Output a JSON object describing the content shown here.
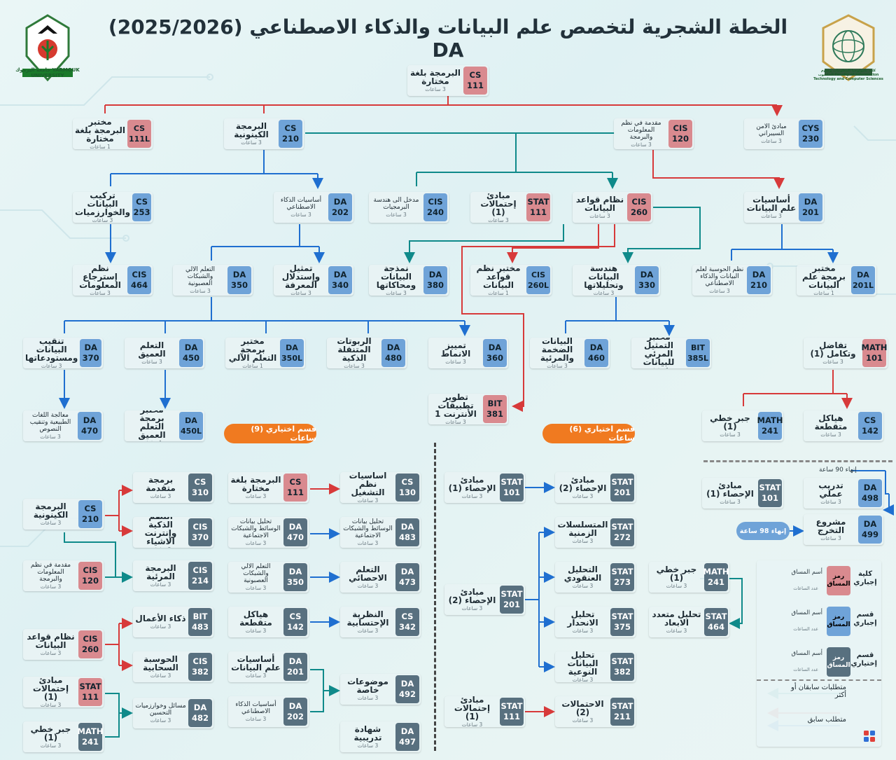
{
  "title": "الخطة الشجرية لتخصص  علم البيانات والذكاء الاصطناعي (2025/2026) DA",
  "logos": {
    "left": {
      "text": "جامعة اليرموك YARMOUK UNIVERSITY"
    },
    "right": {
      "text": "كلية تكنولوجيا المعلومات وعلوم الحاسوب Faculty of Information Technology and Computer Sciences"
    }
  },
  "colors": {
    "college_required": "#d98a8f",
    "dept_required": "#6fa3d8",
    "dept_elective": "#58707f",
    "co_requisite_line": "#0f8a8a",
    "prerequisite_line": "#d73a3a",
    "main_line": "#1f6fd0",
    "elective_pill": "#f07a20"
  },
  "courses": [
    {
      "id": "c1",
      "code": [
        "CS",
        "111"
      ],
      "name": "البرمجة بلغة مختارة",
      "cred": "3 ساعات",
      "type": "red"
    },
    {
      "id": "c2",
      "code": [
        "CS",
        "111L"
      ],
      "name": "مختبر البرمجة بلغة مختارة",
      "cred": "1 ساعات",
      "type": "red"
    },
    {
      "id": "c3",
      "code": [
        "CS",
        "210"
      ],
      "name": "البرمجة الكينونية",
      "cred": "3 ساعات",
      "type": "blue"
    },
    {
      "id": "c4",
      "code": [
        "CIS",
        "120"
      ],
      "name": "مقدمة في نظم المعلومات والبرمجة",
      "cred": "3 ساعات",
      "type": "red",
      "sm": true
    },
    {
      "id": "c5",
      "code": [
        "CYS",
        "230"
      ],
      "name": "مبادئ الامن السيبراني",
      "cred": "3 ساعات",
      "type": "blue",
      "sm": true
    },
    {
      "id": "c6",
      "code": [
        "CS",
        "253"
      ],
      "name": "تركيب البيانات والخوارزميات",
      "cred": "3 ساعات",
      "type": "blue"
    },
    {
      "id": "c7",
      "code": [
        "DA",
        "202"
      ],
      "name": "أساسيات الذكاء الاصطناعي",
      "cred": "3 ساعات",
      "type": "blue",
      "sm": true
    },
    {
      "id": "c8",
      "code": [
        "CIS",
        "240"
      ],
      "name": "مدخل الى هندسة البرمجيات",
      "cred": "3 ساعات",
      "type": "blue",
      "sm": true
    },
    {
      "id": "c9",
      "code": [
        "STAT",
        "111"
      ],
      "name": "مبادئ إحتمالات (1)",
      "cred": "3 ساعات",
      "type": "red"
    },
    {
      "id": "c10",
      "code": [
        "CIS",
        "260"
      ],
      "name": "نظام قواعد البيانات",
      "cred": "3 ساعات",
      "type": "red"
    },
    {
      "id": "c11",
      "code": [
        "DA",
        "201"
      ],
      "name": "أساسيات علم البيانات",
      "cred": "3 ساعات",
      "type": "blue"
    },
    {
      "id": "c12",
      "code": [
        "CIS",
        "464"
      ],
      "name": "نظم إسترجاع المعلومات",
      "cred": "3 ساعات",
      "type": "blue"
    },
    {
      "id": "c13",
      "code": [
        "DA",
        "350"
      ],
      "name": "التعلم الالي والشبكات العصبونية",
      "cred": "3 ساعات",
      "type": "blue",
      "sm": true
    },
    {
      "id": "c14",
      "code": [
        "DA",
        "340"
      ],
      "name": "تمثيل وإستدلال المعرفة",
      "cred": "3 ساعات",
      "type": "blue"
    },
    {
      "id": "c15",
      "code": [
        "DA",
        "380"
      ],
      "name": "نمذجة البيانات ومحاكاتها",
      "cred": "3 ساعات",
      "type": "blue"
    },
    {
      "id": "c16",
      "code": [
        "CIS",
        "260L"
      ],
      "name": "مختبر نظم قواعد البيانات",
      "cred": "1 ساعات",
      "type": "blue"
    },
    {
      "id": "c17",
      "code": [
        "DA",
        "330"
      ],
      "name": "هندسة البيانات وتحليلاتها",
      "cred": "3 ساعات",
      "type": "blue"
    },
    {
      "id": "c18",
      "code": [
        "DA",
        "210"
      ],
      "name": "نظم الحوسبة لعلم البيانات والذكاء الاصطناعي",
      "cred": "3 ساعات",
      "type": "blue",
      "sm": true
    },
    {
      "id": "c19",
      "code": [
        "DA",
        "201L"
      ],
      "name": "مختبر برمجة علم البيانات",
      "cred": "1 ساعات",
      "type": "blue"
    },
    {
      "id": "c20",
      "code": [
        "DA",
        "370"
      ],
      "name": "تنقيب البيانات ومستودعاتها",
      "cred": "3 ساعات",
      "type": "blue"
    },
    {
      "id": "c21",
      "code": [
        "DA",
        "450"
      ],
      "name": "التعلم العميق",
      "cred": "3 ساعات",
      "type": "blue"
    },
    {
      "id": "c22",
      "code": [
        "DA",
        "350L"
      ],
      "name": "مختبر برمجة التعلم الآلي",
      "cred": "1 ساعات",
      "type": "blue"
    },
    {
      "id": "c23",
      "code": [
        "DA",
        "480"
      ],
      "name": "الربوتات المتنقلة الذكية",
      "cred": "3 ساعات",
      "type": "blue"
    },
    {
      "id": "c24",
      "code": [
        "DA",
        "360"
      ],
      "name": "تمييز الانماط",
      "cred": "3 ساعات",
      "type": "blue"
    },
    {
      "id": "c25",
      "code": [
        "DA",
        "460"
      ],
      "name": "البيانات الضخمة والمرئية",
      "cred": "3 ساعات",
      "type": "blue"
    },
    {
      "id": "c26",
      "code": [
        "BIT",
        "385L"
      ],
      "name": "مختبر التمثيل المرئي للبيانات",
      "cred": "1 ساعات",
      "type": "blue"
    },
    {
      "id": "c27",
      "code": [
        "MATH",
        "101"
      ],
      "name": "تفاضل وتكامل (1)",
      "cred": "3 ساعات",
      "type": "red"
    },
    {
      "id": "c28",
      "code": [
        "BIT",
        "381"
      ],
      "name": "تطوير تطبيقات الأنترنت 1",
      "cred": "3 ساعات",
      "type": "red"
    },
    {
      "id": "c29",
      "code": [
        "DA",
        "470"
      ],
      "name": "معالجة اللغات الطبيعية وتنقيب النصوص",
      "cred": "3 ساعات",
      "type": "blue",
      "sm": true
    },
    {
      "id": "c30",
      "code": [
        "DA",
        "450L"
      ],
      "name": "مختبر برمجة التعلم العميق",
      "cred": "1 ساعات",
      "type": "blue"
    },
    {
      "id": "c31",
      "code": [
        "MATH",
        "241"
      ],
      "name": "جبر خطي (1)",
      "cred": "3 ساعات",
      "type": "blue"
    },
    {
      "id": "c32",
      "code": [
        "CS",
        "142"
      ],
      "name": "هياكل متقطعة",
      "cred": "3 ساعات",
      "type": "blue"
    },
    {
      "id": "c33",
      "code": [
        "CS",
        "210"
      ],
      "name": "البرمجة الكينونية",
      "cred": "3 ساعات",
      "type": "blue"
    },
    {
      "id": "c34",
      "code": [
        "CS",
        "310"
      ],
      "name": "برمجة متقدمة",
      "cred": "3 ساعات",
      "type": "slate"
    },
    {
      "id": "c35",
      "code": [
        "CIS",
        "370"
      ],
      "name": "النظم الذكية وإنترنت الاشياء",
      "cred": "3 ساعات",
      "type": "slate"
    },
    {
      "id": "c36",
      "code": [
        "CIS",
        "120"
      ],
      "name": "مقدمة في نظم المعلومات والبرمجة",
      "cred": "3 ساعات",
      "type": "red",
      "sm": true
    },
    {
      "id": "c37",
      "code": [
        "CIS",
        "214"
      ],
      "name": "البرمجة المرئية",
      "cred": "3 ساعات",
      "type": "slate"
    },
    {
      "id": "c38",
      "code": [
        "CS",
        "111"
      ],
      "name": "البرمجة بلغة مختارة",
      "cred": "3 ساعات",
      "type": "red"
    },
    {
      "id": "c39",
      "code": [
        "CS",
        "130"
      ],
      "name": "أساسيات نظم التشغيل",
      "cred": "3 ساعات",
      "type": "slate"
    },
    {
      "id": "c40",
      "code": [
        "DA",
        "470"
      ],
      "name": "تحليل بيانات الوسائط والشبكات الاجتماعية",
      "cred": "3 ساعات",
      "type": "slate",
      "sm": true
    },
    {
      "id": "c41",
      "code": [
        "DA",
        "483"
      ],
      "name": "تحليل بيانات الوسائط والشبكات الاجتماعية",
      "cred": "3 ساعات",
      "type": "slate",
      "sm": true
    },
    {
      "id": "c42",
      "code": [
        "DA",
        "350"
      ],
      "name": "التعلم الالي والشبكات العصبونية",
      "cred": "3 ساعات",
      "type": "slate",
      "sm": true
    },
    {
      "id": "c43",
      "code": [
        "DA",
        "473"
      ],
      "name": "التعلم الاحصائي",
      "cred": "3 ساعات",
      "type": "slate"
    },
    {
      "id": "c44",
      "code": [
        "CIS",
        "260"
      ],
      "name": "نظام قواعد البيانات",
      "cred": "3 ساعات",
      "type": "red"
    },
    {
      "id": "c45",
      "code": [
        "BIT",
        "483"
      ],
      "name": "ذكاء الأعمال",
      "cred": "3 ساعات",
      "type": "slate"
    },
    {
      "id": "c46",
      "code": [
        "CS",
        "142"
      ],
      "name": "هياكل متقطعة",
      "cred": "3 ساعات",
      "type": "slate"
    },
    {
      "id": "c47",
      "code": [
        "CS",
        "342"
      ],
      "name": "النظرية الإحتسابية",
      "cred": "3 ساعات",
      "type": "slate"
    },
    {
      "id": "c48",
      "code": [
        "CIS",
        "382"
      ],
      "name": "الحوسبة السحابية",
      "cred": "3 ساعات",
      "type": "slate"
    },
    {
      "id": "c49",
      "code": [
        "DA",
        "201"
      ],
      "name": "أساسيات علم البيانات",
      "cred": "3 ساعات",
      "type": "slate"
    },
    {
      "id": "c50",
      "code": [
        "STAT",
        "111"
      ],
      "name": "مبادئ إحتمالات (1)",
      "cred": "3 ساعات",
      "type": "red"
    },
    {
      "id": "c51",
      "code": [
        "DA",
        "482"
      ],
      "name": "مسائل وخوارزميات التحسين",
      "cred": "3 ساعات",
      "type": "slate",
      "sm": true
    },
    {
      "id": "c52",
      "code": [
        "DA",
        "202"
      ],
      "name": "أساسيات الذكاء الاصطناعي",
      "cred": "3 ساعات",
      "type": "slate",
      "sm": true
    },
    {
      "id": "c53",
      "code": [
        "DA",
        "492"
      ],
      "name": "موضوعات خاصة",
      "cred": "3 ساعات",
      "type": "slate"
    },
    {
      "id": "c54",
      "code": [
        "MATH",
        "241"
      ],
      "name": "جبر خطي (1)",
      "cred": "3 ساعات",
      "type": "slate"
    },
    {
      "id": "c55",
      "code": [
        "DA",
        "497"
      ],
      "name": "شهادة تدريبية",
      "cred": "3 ساعات",
      "type": "slate"
    },
    {
      "id": "c56",
      "code": [
        "STAT",
        "101"
      ],
      "name": "مبادئ الإحصاء (1)",
      "cred": "3 ساعات",
      "type": "slate"
    },
    {
      "id": "c57",
      "code": [
        "STAT",
        "201"
      ],
      "name": "مبادئ الإحصاء (2)",
      "cred": "3 ساعات",
      "type": "slate"
    },
    {
      "id": "c58",
      "code": [
        "STAT",
        "272"
      ],
      "name": "المتسلسلات الزمنية",
      "cred": "3 ساعات",
      "type": "slate"
    },
    {
      "id": "c59",
      "code": [
        "STAT",
        "201"
      ],
      "name": "مبادئ الإحصاء (2)",
      "cred": "3 ساعات",
      "type": "slate"
    },
    {
      "id": "c60",
      "code": [
        "STAT",
        "273"
      ],
      "name": "التحليل العنقودي",
      "cred": "3 ساعات",
      "type": "slate"
    },
    {
      "id": "c61",
      "code": [
        "MATH",
        "241"
      ],
      "name": "جبر خطي (1)",
      "cred": "3 ساعات",
      "type": "slate"
    },
    {
      "id": "c62",
      "code": [
        "STAT",
        "375"
      ],
      "name": "تحليل الانحدار",
      "cred": "3 ساعات",
      "type": "slate"
    },
    {
      "id": "c63",
      "code": [
        "STAT",
        "464"
      ],
      "name": "تحليل متعدد الابعاد",
      "cred": "3 ساعات",
      "type": "slate"
    },
    {
      "id": "c64",
      "code": [
        "STAT",
        "382"
      ],
      "name": "تحليل البيانات النوعية",
      "cred": "3 ساعات",
      "type": "slate"
    },
    {
      "id": "c65",
      "code": [
        "STAT",
        "111"
      ],
      "name": "مبادئ إحتمالات (1)",
      "cred": "3 ساعات",
      "type": "slate"
    },
    {
      "id": "c66",
      "code": [
        "STAT",
        "211"
      ],
      "name": "الاحتمالات (2)",
      "cred": "3 ساعات",
      "type": "slate"
    },
    {
      "id": "c67",
      "code": [
        "STAT",
        "101"
      ],
      "name": "مبادئ الإحصاء (1)",
      "cred": "3 ساعات",
      "type": "slate"
    },
    {
      "id": "c68",
      "code": [
        "DA",
        "498"
      ],
      "name": "تدريب عملي",
      "cred": "3 ساعات",
      "type": "blue"
    },
    {
      "id": "c69",
      "code": [
        "DA",
        "499"
      ],
      "name": "مشروع التخرج",
      "cred": "3 ساعات",
      "type": "blue"
    }
  ],
  "pills": {
    "elective9": "قسم اختياري (9) ساعات",
    "elective6": "قسم اختياري (6) ساعات",
    "finish98": "إنهاء 98 ساعة"
  },
  "labels": {
    "finish90": "إنهاء 90 ساعة"
  },
  "legend": {
    "rows": [
      {
        "category": "كلية إجباري",
        "code": "رمز المساق",
        "name": "أسم المساق",
        "cred": "عدد الساعات",
        "color": "#d98a8f"
      },
      {
        "category": "قسم إجباري",
        "code": "رمز المساق",
        "name": "أسم المساق",
        "cred": "عدد الساعات",
        "color": "#6fa3d8"
      },
      {
        "category": "قسم إختياري",
        "code": "رمز المساق",
        "name": "أسم المساق",
        "cred": "عدد الساعات",
        "color": "#58707f"
      }
    ],
    "coreq": "متطلبات سابقان أو أكثر",
    "prereq": "متطلب سابق"
  }
}
